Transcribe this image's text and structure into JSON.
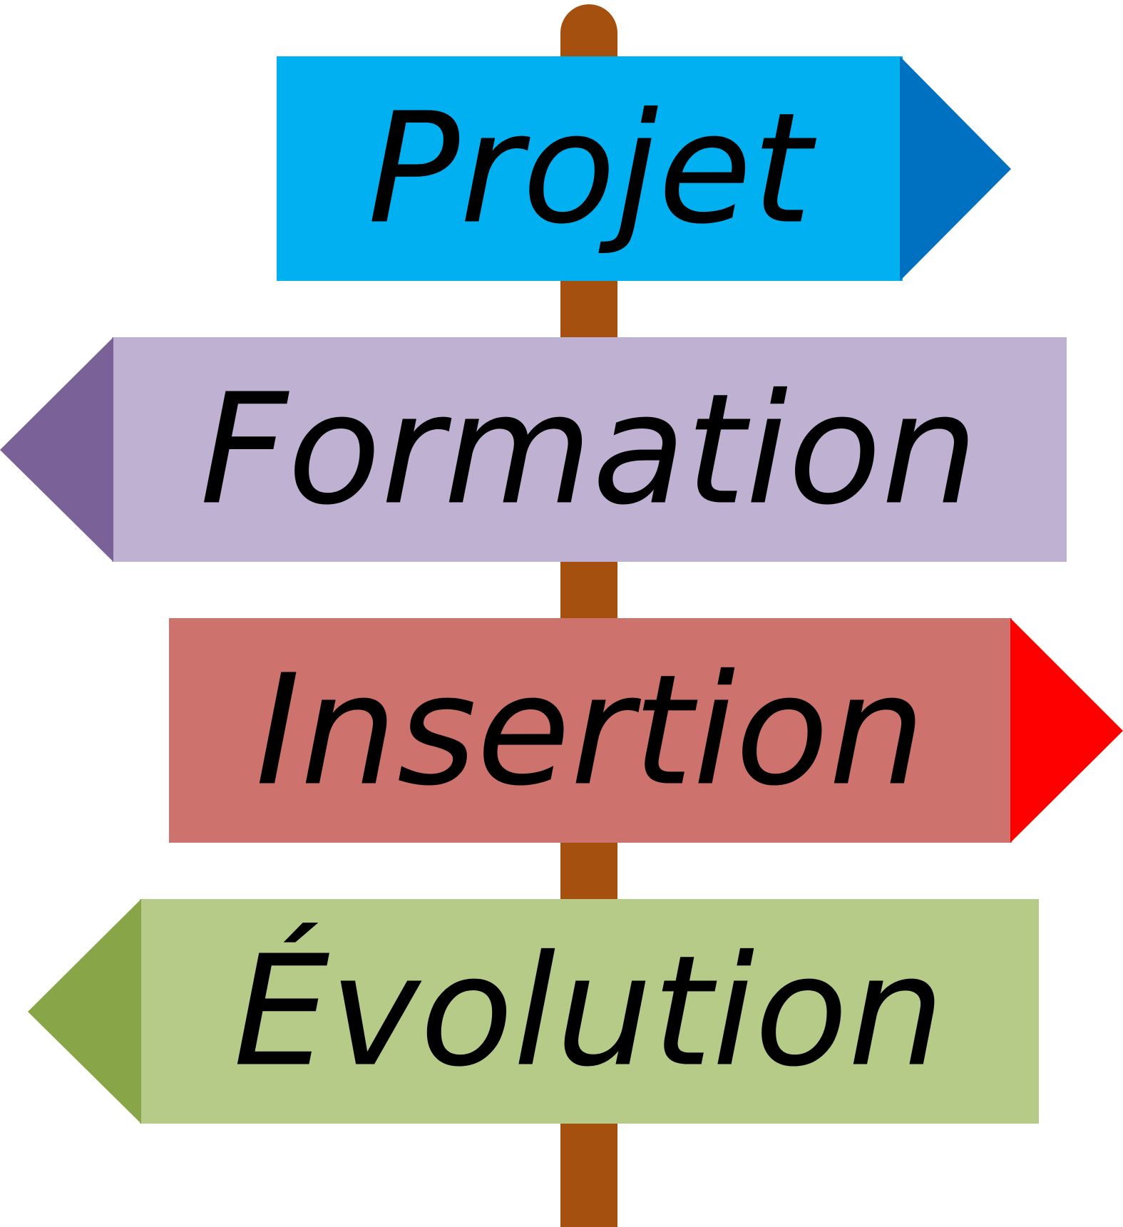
{
  "pole": {
    "color": "#a5500f"
  },
  "signs": [
    {
      "label": "Projet",
      "direction": "right",
      "body_color": "#00b0f0",
      "tip_color": "#0070c0"
    },
    {
      "label": "Formation",
      "direction": "left",
      "body_color": "#bfb1d2",
      "tip_color": "#7a6197"
    },
    {
      "label": "Insertion",
      "direction": "right",
      "body_color": "#cd726c",
      "tip_color": "#ff0000"
    },
    {
      "label": "Évolution",
      "direction": "left",
      "body_color": "#b6cb88",
      "tip_color": "#88a547"
    }
  ]
}
